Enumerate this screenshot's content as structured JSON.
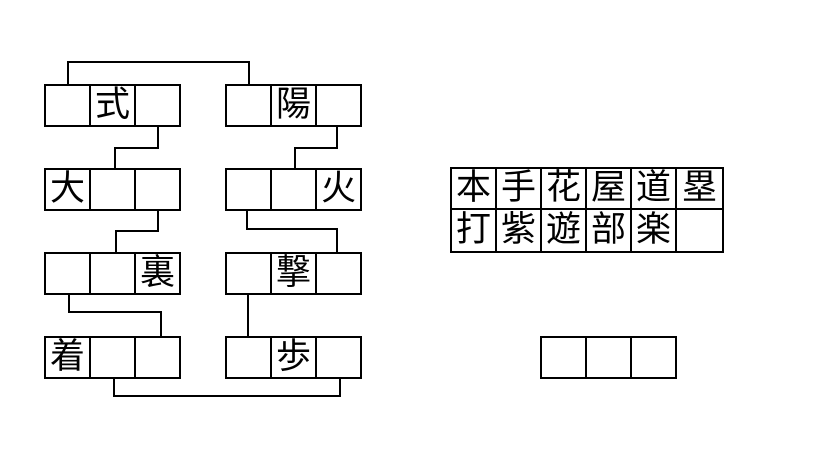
{
  "colors": {
    "background": "#ffffff",
    "line": "#000000",
    "text": "#000000"
  },
  "puzzle": {
    "boxes": [
      {
        "id": "L1",
        "cells": [
          "",
          "式",
          ""
        ]
      },
      {
        "id": "R1",
        "cells": [
          "",
          "陽",
          ""
        ]
      },
      {
        "id": "L2",
        "cells": [
          "大",
          "",
          ""
        ]
      },
      {
        "id": "R2",
        "cells": [
          "",
          "",
          "火"
        ]
      },
      {
        "id": "L3",
        "cells": [
          "",
          "",
          "裏"
        ]
      },
      {
        "id": "R3",
        "cells": [
          "",
          "撃",
          ""
        ]
      },
      {
        "id": "L4",
        "cells": [
          "着",
          "",
          ""
        ]
      },
      {
        "id": "R4",
        "cells": [
          "",
          "歩",
          ""
        ]
      }
    ],
    "connections": [
      {
        "from": "L1.cell1.top",
        "to": "R1.cell1.top"
      },
      {
        "from": "L1.cell3.bottom",
        "to": "L2.cell2.top"
      },
      {
        "from": "R1.cell3.bottom",
        "to": "R2.cell2.top"
      },
      {
        "from": "L2.cell3.bottom",
        "to": "L3.cell2.top"
      },
      {
        "from": "R2.cell1.bottom",
        "to": "R3.cell3.top"
      },
      {
        "from": "L3.cell1.bottom",
        "to": "L4.cell3.top"
      },
      {
        "from": "R3.cell1.bottom",
        "to": "R4.cell1.top"
      },
      {
        "from": "L4.cell2.bottom",
        "to": "R4.cell3.bottom"
      }
    ]
  },
  "bank": {
    "rows": [
      [
        "本",
        "手",
        "花",
        "屋",
        "道",
        "塁"
      ],
      [
        "打",
        "紫",
        "遊",
        "部",
        "楽",
        ""
      ]
    ]
  },
  "answer": {
    "cells": [
      "",
      "",
      ""
    ]
  }
}
